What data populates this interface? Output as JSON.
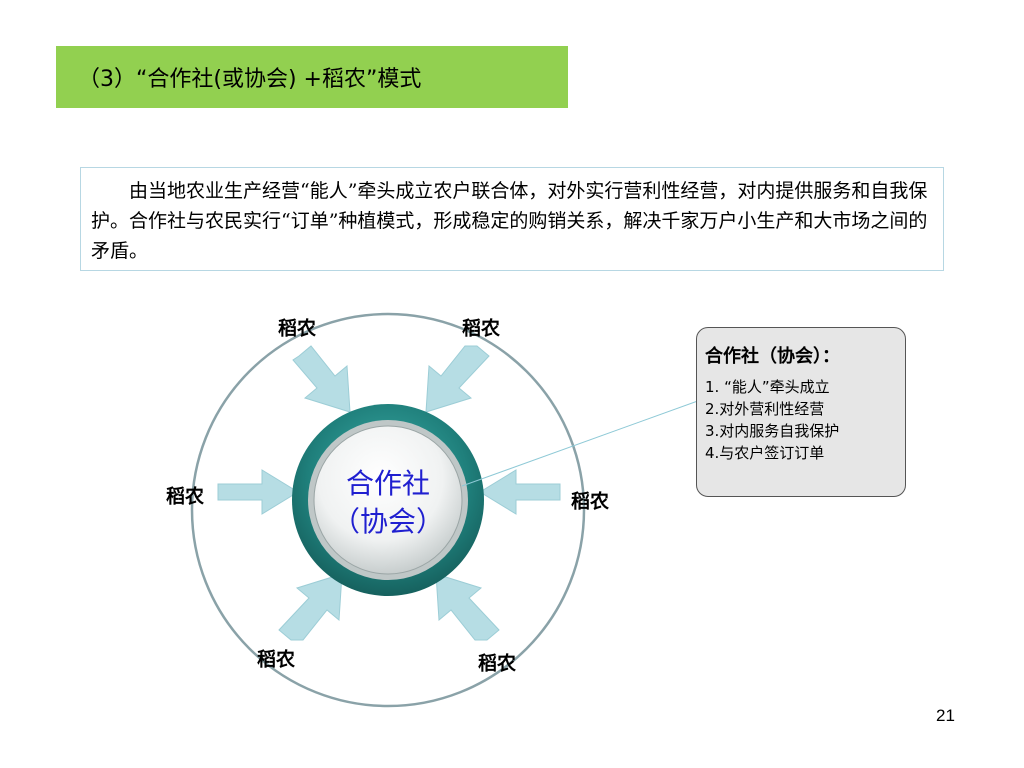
{
  "title": "（3）“合作社(或协会) +稻农”模式",
  "description": "由当地农业生产经营“能人”牵头成立农户联合体，对外实行营利性经营，对内提供服务和自我保护。合作社与农民实行“订单”种植模式，形成稳定的购销关系，解决千家万户小生产和大市场之间的矛盾。",
  "center": {
    "line1": "合作社",
    "line2": "（协会）"
  },
  "nodes": [
    "稻农",
    "稻农",
    "稻农",
    "稻农",
    "稻农",
    "稻农"
  ],
  "info": {
    "title": "合作社（协会）：",
    "items": [
      "1. “能人”牵头成立",
      "2.对外营利性经营",
      "3.对内服务自我保护",
      "4.与农户签订订单"
    ]
  },
  "page_number": "21",
  "colors": {
    "title_bg": "#92d050",
    "arrow": "#b6dde4",
    "center_ring": "#2a8f8b",
    "center_text": "#1f1fd0"
  }
}
